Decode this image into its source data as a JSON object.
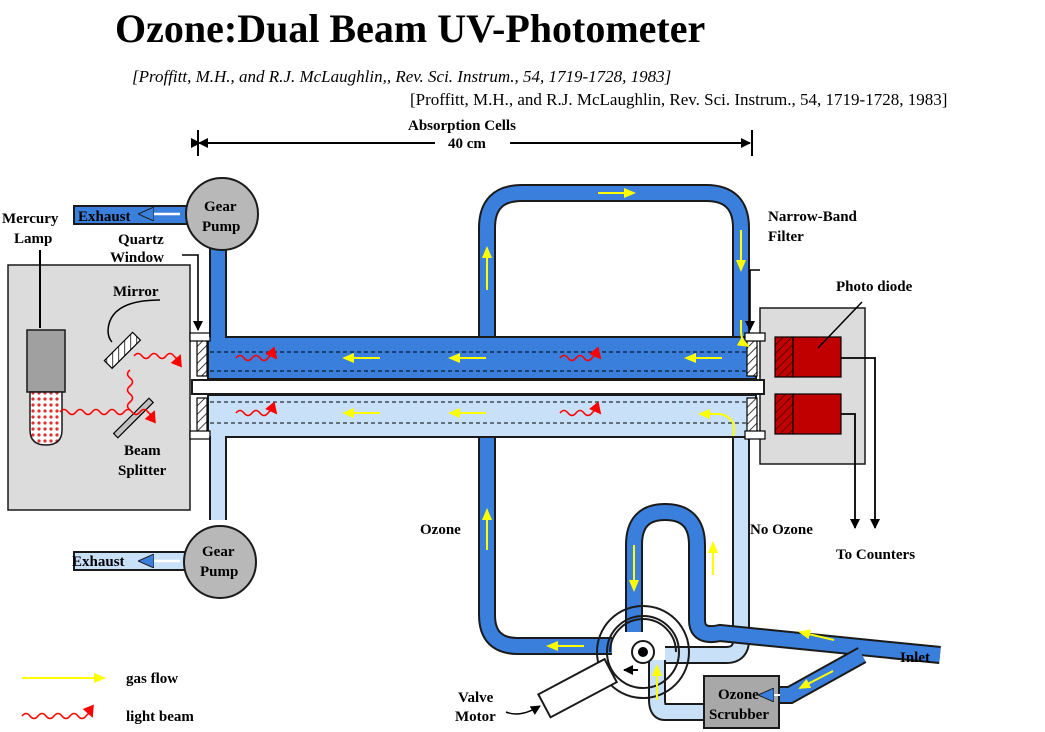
{
  "title": "Ozone:Dual Beam UV-Photometer",
  "citation_italic": "[Proffitt, M.H., and R.J. McLaughlin,, Rev. Sci. Instrum., 54, 1719-1728, 1983]",
  "citation_plain": "[Proffitt, M.H., and R.J. McLaughlin, Rev. Sci. Instrum., 54, 1719-1728, 1983]",
  "labels": {
    "absorption_cells": "Absorption Cells",
    "length": "40 cm",
    "mercury": "Mercury",
    "lamp": "Lamp",
    "exhaust_top": "Exhaust",
    "exhaust_bottom": "Exhaust",
    "gear_top_1": "Gear",
    "gear_top_2": "Pump",
    "gear_bot_1": "Gear",
    "gear_bot_2": "Pump",
    "quartz": "Quartz",
    "window": "Window",
    "mirror": "Mirror",
    "beam": "Beam",
    "splitter": "Splitter",
    "narrow_band": "Narrow-Band",
    "filter": "Filter",
    "photo_diode": "Photo diode",
    "ozone": "Ozone",
    "no_ozone": "No Ozone",
    "to_counters": "To Counters",
    "inlet": "Inlet",
    "ozone_scrubber_1": "Ozone",
    "ozone_scrubber_2": "Scrubber",
    "valve": "Valve",
    "motor": "Motor"
  },
  "legend": {
    "gas_flow": "gas flow",
    "light_beam": "light beam"
  },
  "colors": {
    "dark_blue_fill": "#3a7fdc",
    "light_blue_fill": "#c8e0f8",
    "outline": "#1a1a1a",
    "arrow_yellow": "#ffff00",
    "light_red": "#ff0000",
    "diode_red": "#c00000",
    "box_gray": "#dcdcdc",
    "pump_gray": "#b8b8b8"
  }
}
